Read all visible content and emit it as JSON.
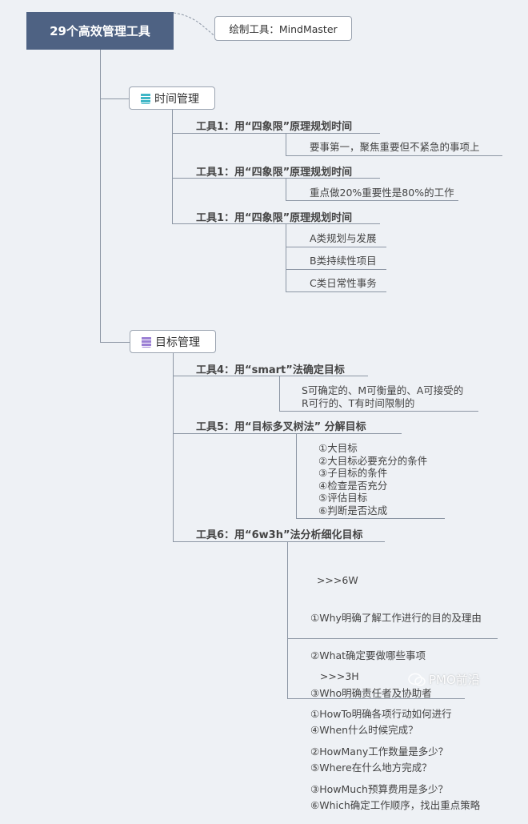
{
  "root": {
    "title": "29个高效管理工具"
  },
  "callout": {
    "text": "绘制工具：MindMaster"
  },
  "colors": {
    "root": "#4e6283",
    "time_icon": "#3fb6c6",
    "goal_icon": "#9b7fd4",
    "line": "#8c96a4"
  },
  "branches": [
    {
      "label": "时间管理",
      "icon": "calendar-icon",
      "tools": [
        {
          "label": "工具1：用“四象限”原理规划时间",
          "items": [
            "要事第一，聚焦重要但不紧急的事项上"
          ]
        },
        {
          "label": "工具1：用“四象限”原理规划时间",
          "items": [
            "重点做20%重要性是80%的工作"
          ]
        },
        {
          "label": "工具1：用“四象限”原理规划时间",
          "items": [
            "A类规划与发展",
            "B类持续性项目",
            "C类日常性事务"
          ]
        }
      ]
    },
    {
      "label": "目标管理",
      "icon": "list-icon",
      "tools": [
        {
          "label": "工具4：用“smart”法确定目标",
          "lines": [
            "S可确定的、M可衡量的、A可接受的",
            "R可行的、T有时间限制的"
          ]
        },
        {
          "label": "工具5：用“目标多叉树法” 分解目标",
          "lines": [
            "①大目标",
            "②大目标必要充分的条件",
            "③子目标的条件",
            "④检查是否充分",
            "⑤评估目标",
            "⑥判断是否达成"
          ]
        },
        {
          "label": "工具6：用“6w3h”法分析细化目标",
          "blocks": [
            [
              "  >>>6W",
              "①Why明确了解工作进行的目的及理由",
              "②What确定要做哪些事项",
              "③Who明确责任者及协助者",
              "④When什么时候完成？",
              "⑤Where在什么地方完成？",
              "⑥Which确定工作顺序，找出重点策略"
            ],
            [
              "   >>>3H",
              "①HowTo明确各项行动如何进行",
              "②HowMany工作数量是多少？",
              "③HowMuch预算费用是多少？"
            ]
          ]
        }
      ]
    }
  ],
  "watermark": "PMO前沿"
}
